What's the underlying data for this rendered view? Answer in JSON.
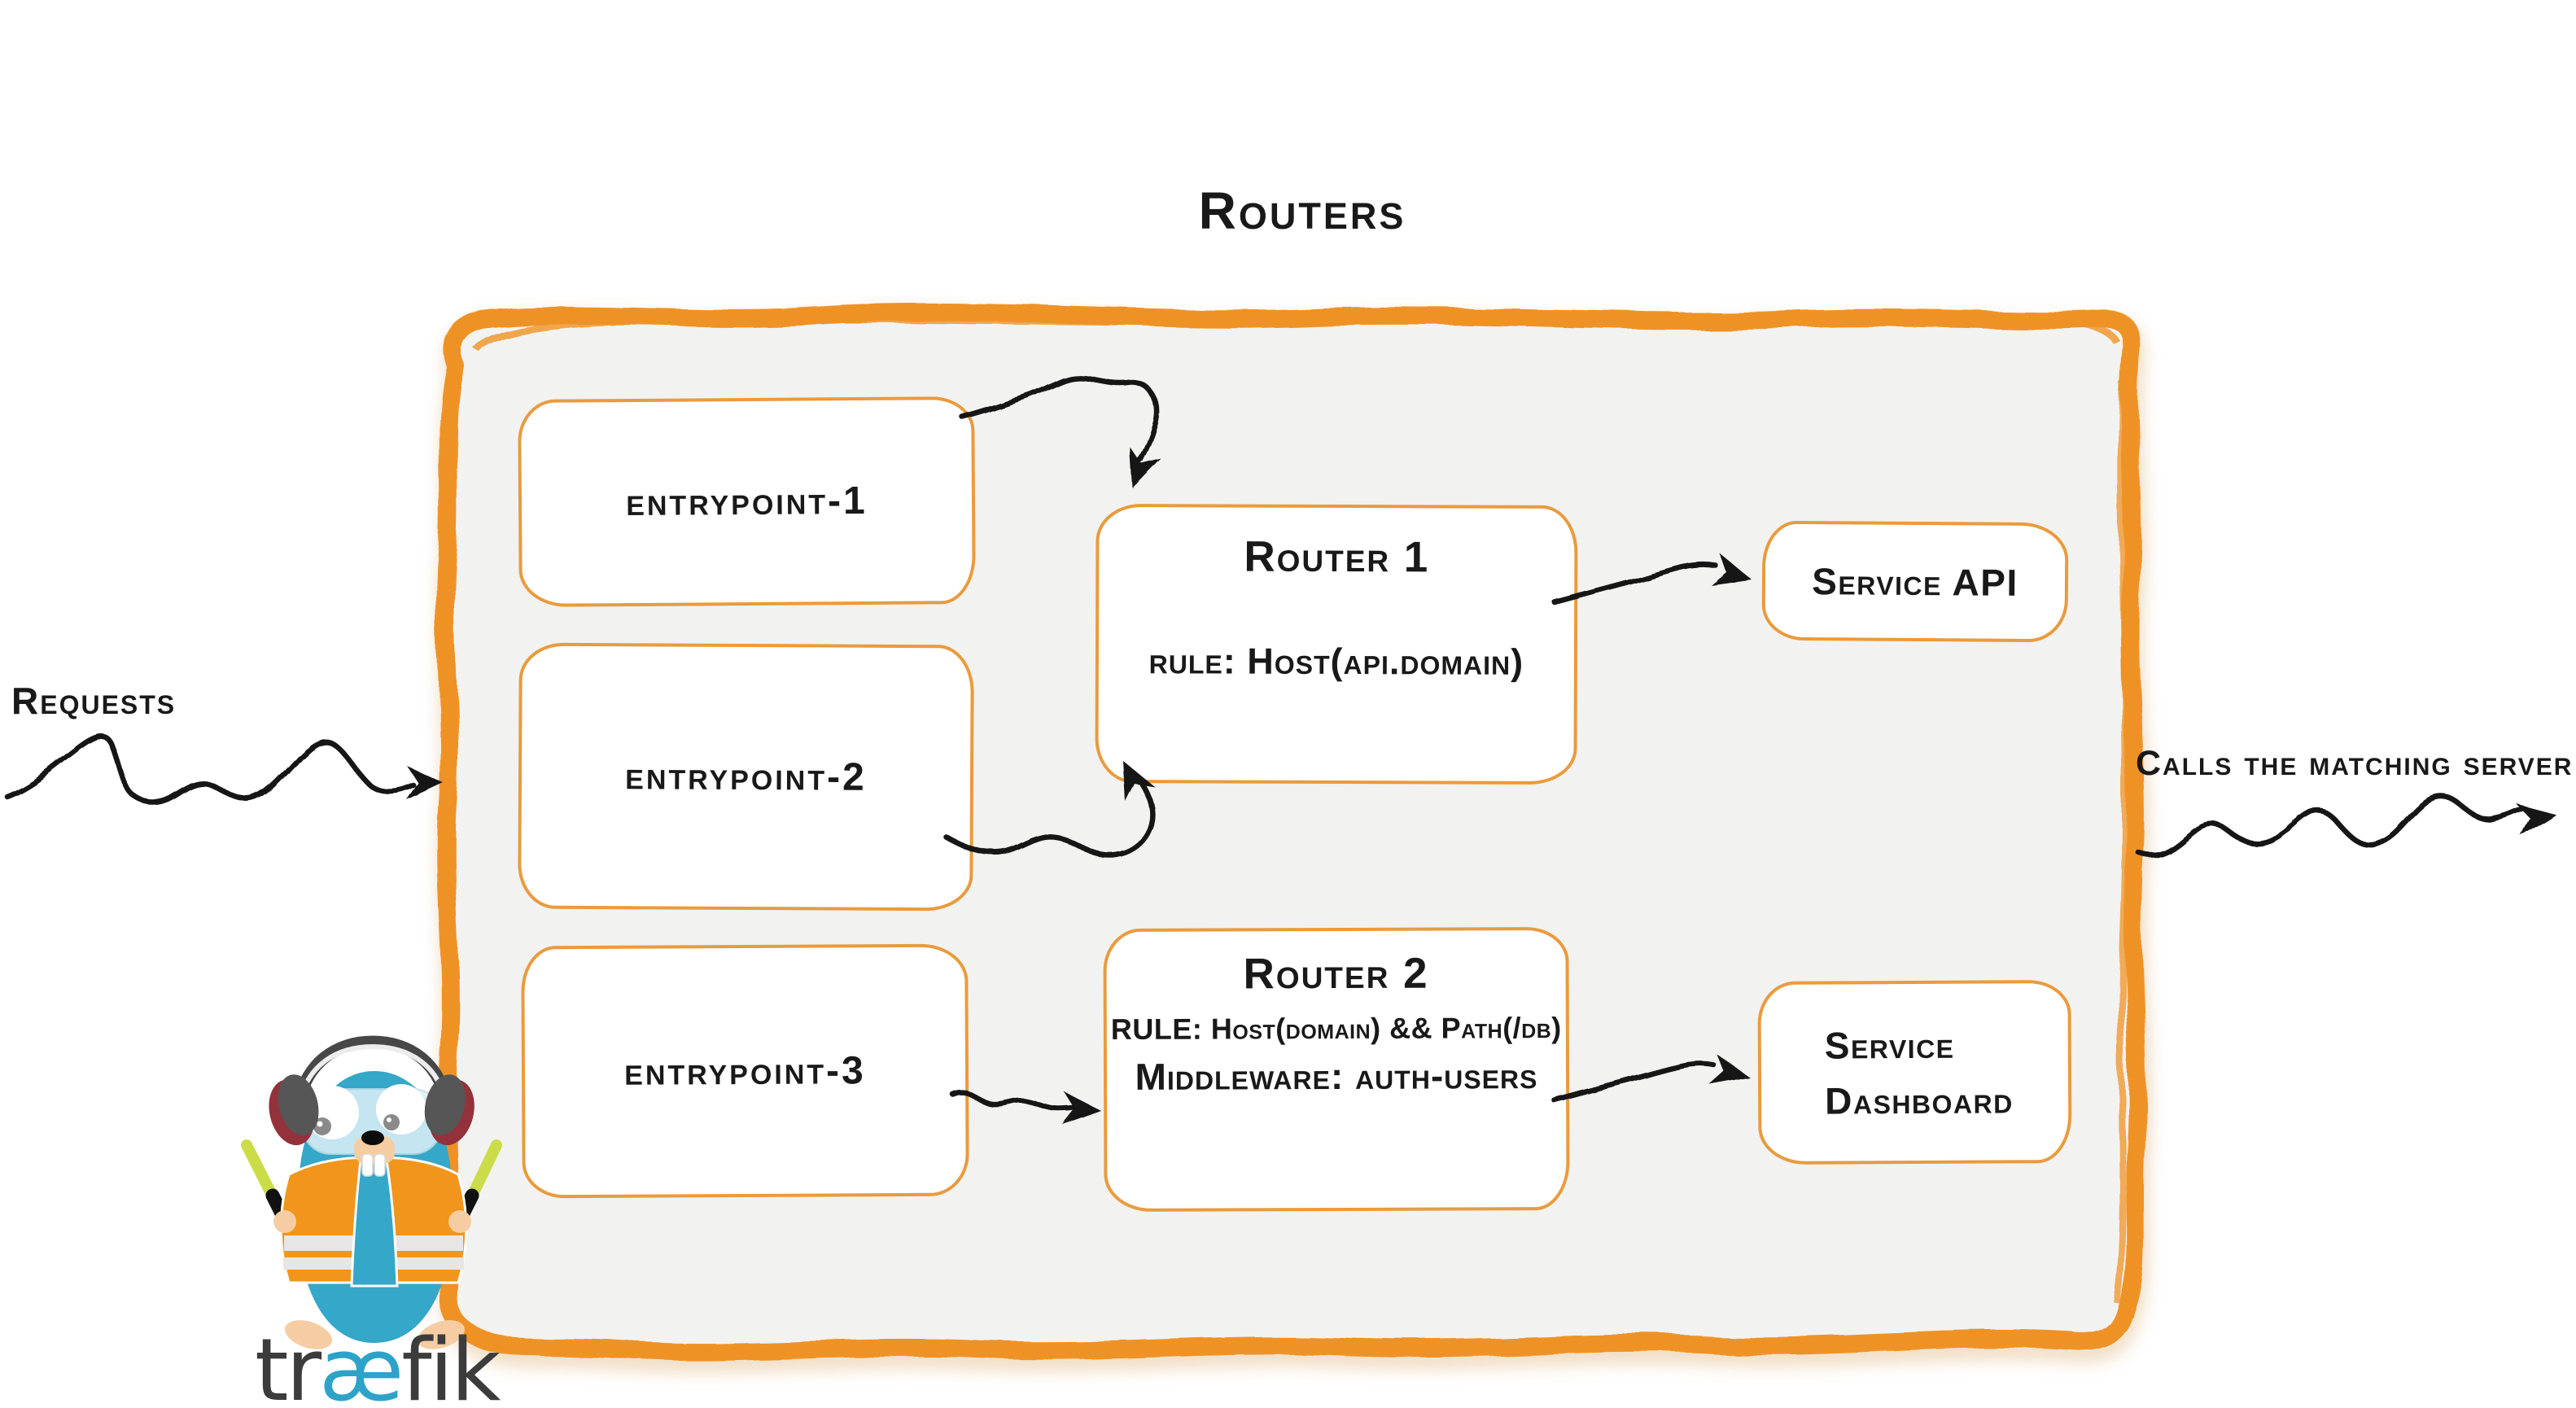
{
  "title": "Routers",
  "labels": {
    "requests": "Requests",
    "calls_matching_server": "Calls the matching server"
  },
  "entrypoints": [
    {
      "label": "entrypoint-1"
    },
    {
      "label": "entrypoint-2"
    },
    {
      "label": "entrypoint-3"
    }
  ],
  "routers": [
    {
      "title": "Router 1",
      "rule": "rule: Host(api.domain)"
    },
    {
      "title": "Router 2",
      "rule": "RULE: Host(domain) && Path(/db)",
      "middleware": "Middleware: auth-users"
    }
  ],
  "services": [
    {
      "label": "Service API"
    },
    {
      "line1": "Service",
      "line2": "Dashboard"
    }
  ],
  "logo": {
    "pre": "tr",
    "mid": "æ",
    "post": "fik"
  },
  "colors": {
    "container_border": "#EF9226",
    "box_border": "#E99B3E",
    "container_fill": "#F2F2F1",
    "text": "#191919",
    "arrow": "#141414",
    "gopher_teal": "#35A7C8",
    "vest_orange": "#F1951D",
    "stick_green": "#CBDC49",
    "wordmark_gray": "#3C3C3C",
    "wordmark_blue": "#2EA3C9"
  }
}
